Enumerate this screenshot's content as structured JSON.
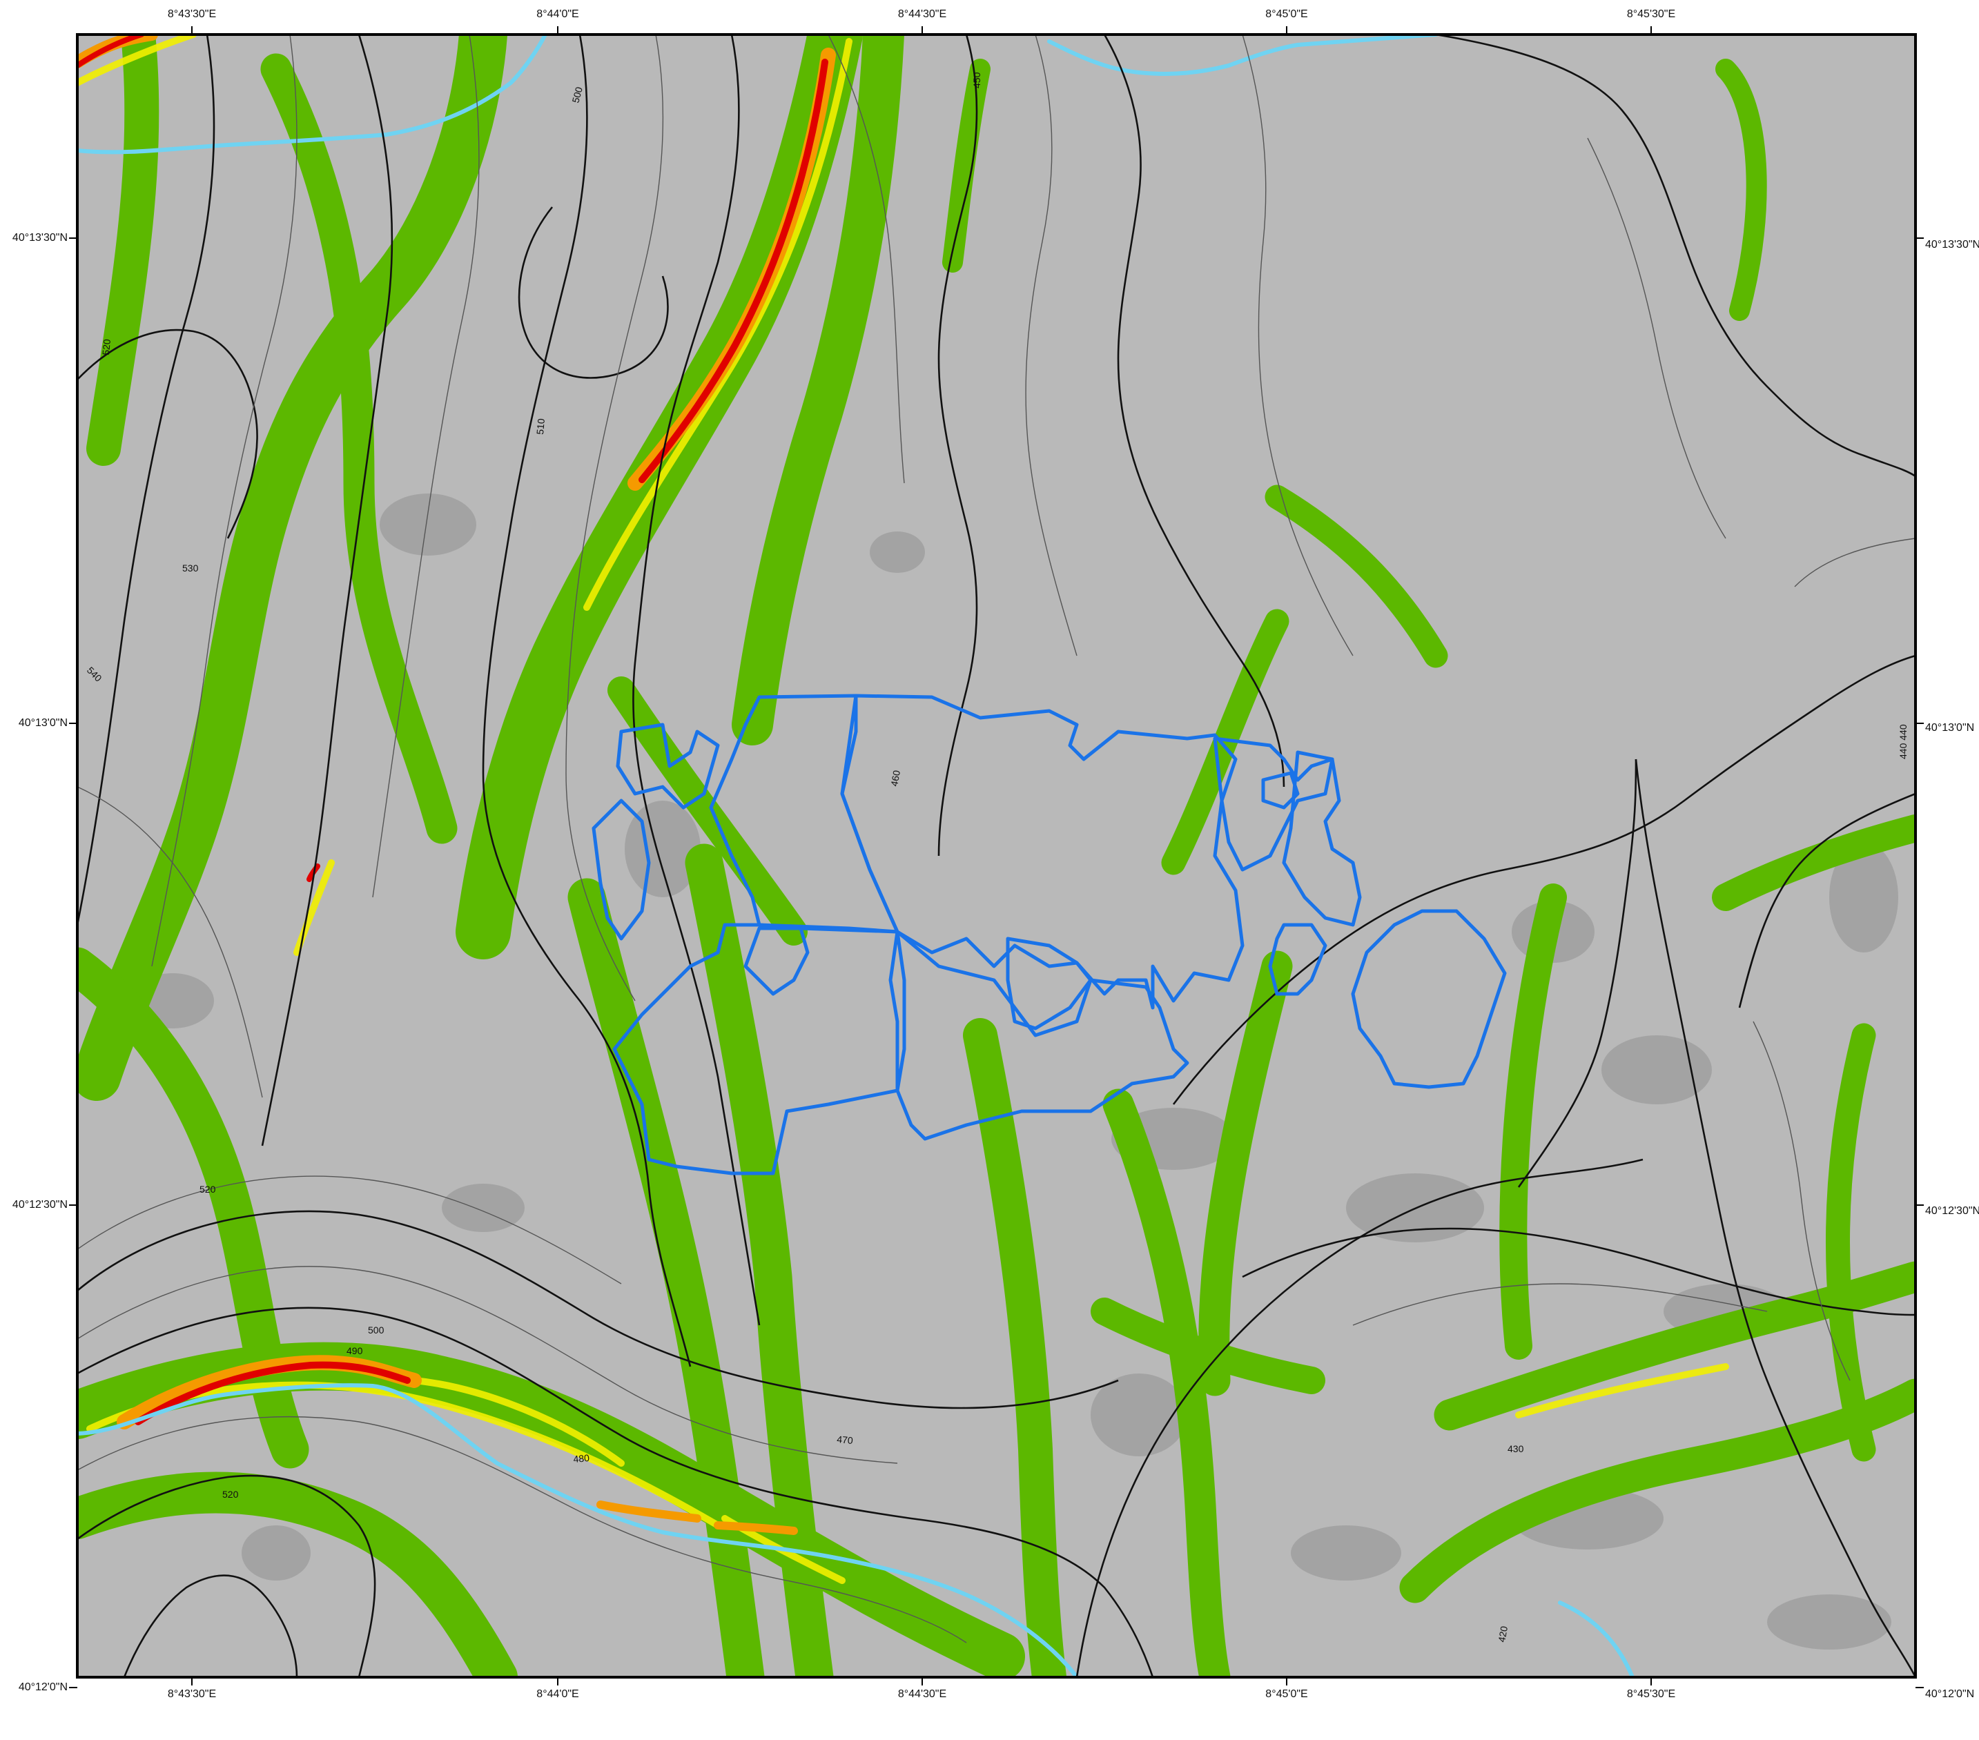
{
  "map": {
    "colors": {
      "background_gray": "#b9b9b9",
      "dark_gray": "#9c9c9c",
      "light_gray": "#c4c4c4",
      "slope_green": "#5cb800",
      "slope_light_green": "#9fd400",
      "slope_yellow": "#f2f000",
      "slope_orange": "#f59a00",
      "slope_red": "#e00000",
      "contour_major": "#111111",
      "contour_minor": "#555555",
      "river": "#6fd3f2",
      "boundary": "#1a73e8",
      "frame": "#000000"
    },
    "lon_labels": [
      "8°43'30\"E",
      "8°44'0\"E",
      "8°44'30\"E",
      "8°45'0\"E",
      "8°45'30\"E"
    ],
    "lat_labels": [
      "40°13'30\"N",
      "40°13'0\"N",
      "40°12'30\"N",
      "40°12'0\"N"
    ],
    "contour_labels": [
      "500",
      "510",
      "520",
      "530",
      "540",
      "450",
      "460",
      "440 440",
      "520",
      "500",
      "490",
      "480",
      "470",
      "520",
      "430",
      "420"
    ]
  }
}
